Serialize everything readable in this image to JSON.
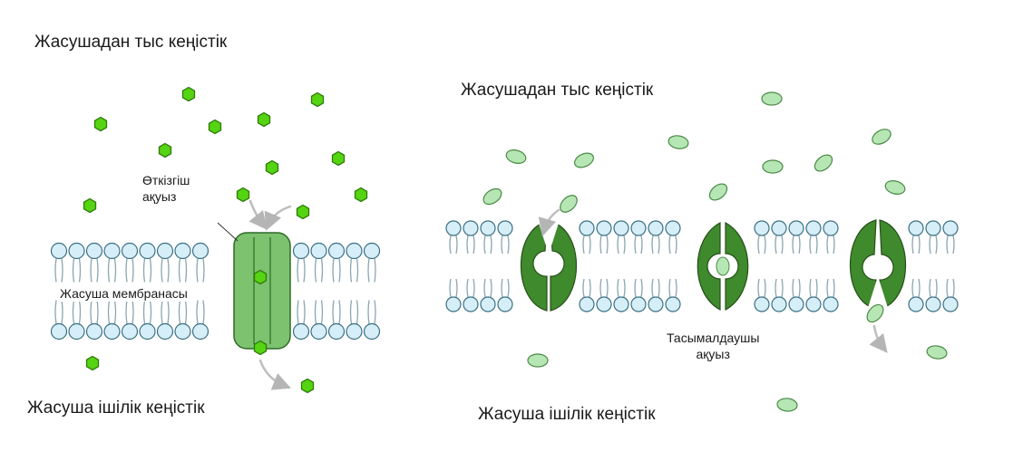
{
  "left_panel": {
    "extracellular_label": "Жасушадан тыс кеңістік",
    "intracellular_label": "Жасуша ішілік кеңістік",
    "channel_label_line1": "Өткізгіш",
    "channel_label_line2": "ақуыз",
    "membrane_label": "Жасуша мембранасы"
  },
  "right_panel": {
    "extracellular_label": "Жасушадан тыс кеңістік",
    "intracellular_label": "Жасуша ішілік кеңістік",
    "carrier_label_line1": "Тасымалдаушы",
    "carrier_label_line2": "ақуыз"
  },
  "colors": {
    "lipid_head": "#d6eef8",
    "lipid_stroke": "#3a6f82",
    "channel_fill": "#7cc26f",
    "channel_stroke": "#2f6b26",
    "carrier_fill": "#3f8a2c",
    "hex_molecule": "#55d411",
    "oval_molecule": "#b7e6b5",
    "arrow": "#bdbdbd"
  }
}
